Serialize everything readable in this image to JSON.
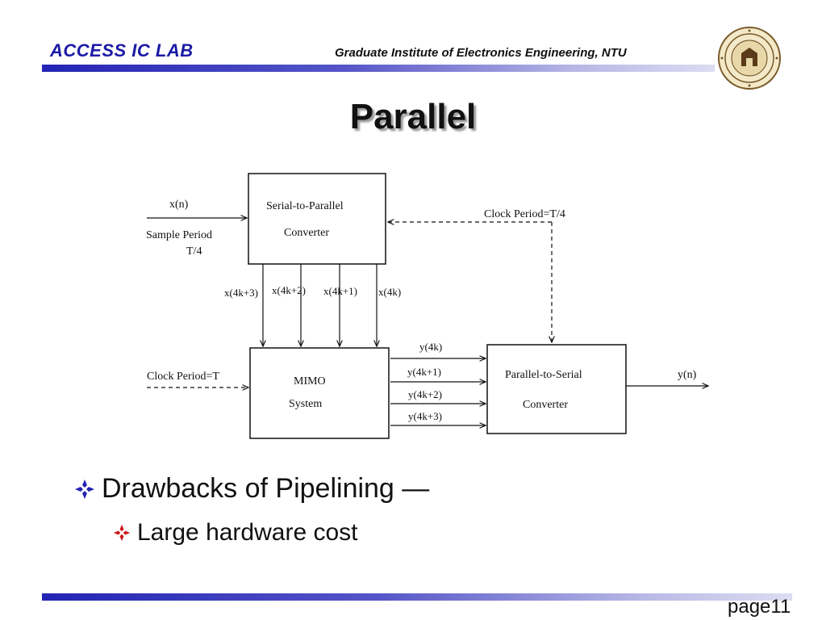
{
  "header": {
    "lab": "ACCESS IC LAB",
    "institute": "Graduate Institute of Electronics Engineering, NTU",
    "seal_icon": "university-seal-icon"
  },
  "slide": {
    "title": "Parallel",
    "page": "page11"
  },
  "diagram": {
    "blocks": {
      "s2p_line1": "Serial-to-Parallel",
      "s2p_line2": "Converter",
      "mimo_line1": "MIMO",
      "mimo_line2": "System",
      "p2s_line1": "Parallel-to-Serial",
      "p2s_line2": "Converter"
    },
    "input_label": "x(n)",
    "sample_period_line1": "Sample Period",
    "sample_period_line2": "T/4",
    "clock_top": "Clock Period=T/4",
    "clock_left": "Clock Period=T",
    "parallel_inputs": [
      "x(4k+3)",
      "x(4k+2)",
      "x(4k+1)",
      "x(4k)"
    ],
    "parallel_outputs": [
      "y(4k)",
      "y(4k+1)",
      "y(4k+2)",
      "y(4k+3)"
    ],
    "output_label": "y(n)"
  },
  "bullets": {
    "main": "Drawbacks of Pipelining —",
    "sub": "Large hardware cost"
  },
  "colors": {
    "accent_blue": "#1a1aa6",
    "bar_start": "#2323b4",
    "bar_end": "#dcdcf2"
  }
}
